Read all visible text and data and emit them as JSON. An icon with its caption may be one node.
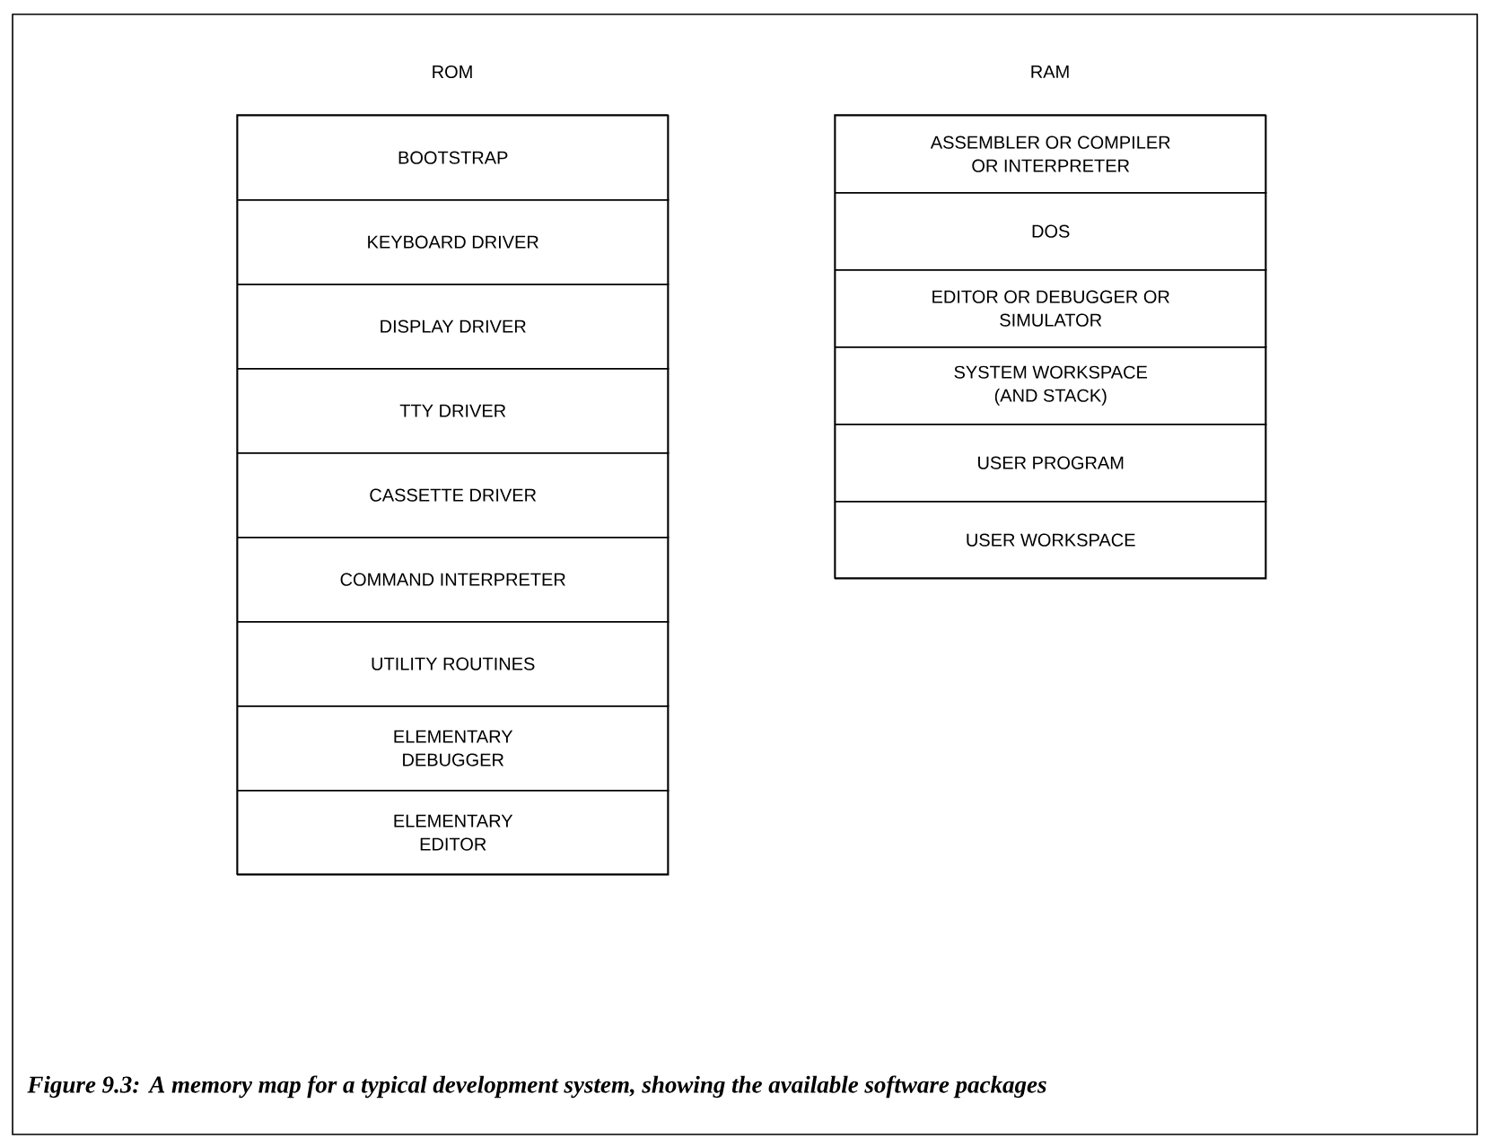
{
  "diagram": {
    "caption": "Figure 9.3: A memory map for a typical development system, showing the available software packages",
    "nodes": [
      {
        "text": [
          "ROM"
        ]
      },
      {
        "text": [
          "BOOTSTRAP"
        ],
        "in": 0
      },
      {
        "text": [
          "KEYBOARD DRIVER"
        ],
        "in": 0
      },
      {
        "text": [
          "DISPLAY DRIVER"
        ],
        "in": 0
      },
      {
        "text": [
          "TTY DRIVER"
        ],
        "in": 0
      },
      {
        "text": [
          "CASSETTE DRIVER"
        ],
        "in": 0
      },
      {
        "text": [
          "COMMAND INTERPRETER"
        ],
        "in": 0
      },
      {
        "text": [
          "UTILITY ROUTINES"
        ],
        "in": 0
      },
      {
        "text": [
          "ELEMENTARY DEBUGGER"
        ],
        "in": 0
      },
      {
        "text": [
          "ELEMENTARY EDITOR"
        ],
        "in": 0
      },
      {
        "text": [
          "RAM"
        ]
      },
      {
        "text": [
          "ASSEMBLER OR COMPILER OR INTERPRETER"
        ],
        "in": 10
      },
      {
        "text": [
          "DOS"
        ],
        "in": 10
      },
      {
        "text": [
          "EDITOR OR DEBUGGER OR SIMULATOR"
        ],
        "in": 10
      },
      {
        "text": [
          "SYSTEM WORKSPACE (AND STACK)"
        ],
        "in": 10
      },
      {
        "text": [
          "USER PROGRAM"
        ],
        "in": 10
      },
      {
        "text": [
          "USER WORKSPACE"
        ],
        "in": 10
      }
    ]
  }
}
